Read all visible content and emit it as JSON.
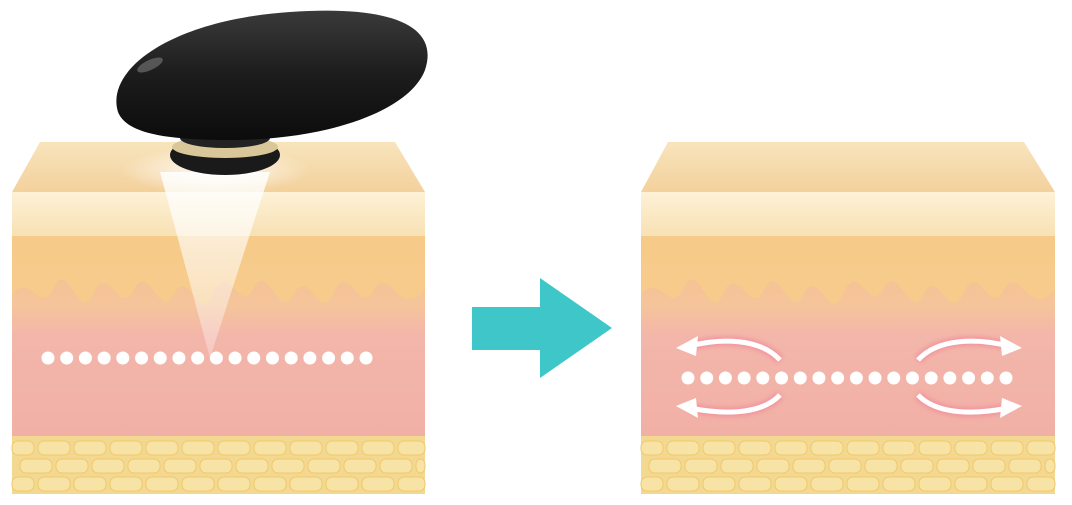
{
  "diagram": {
    "panels": [
      {
        "id": "before",
        "label": "",
        "layers": [
          "epidermis",
          "dermis-papillary",
          "dermis",
          "subcutaneous-fat"
        ],
        "device": "device-head",
        "beam": "focused-energy-beam",
        "dot_count": 18
      },
      {
        "id": "after",
        "label": "",
        "layers": [
          "epidermis",
          "dermis-papillary",
          "dermis",
          "subcutaneous-fat"
        ],
        "arrows": [
          "arrow-left",
          "arrow-right",
          "arrow-left",
          "arrow-right"
        ],
        "dot_count": 18
      }
    ],
    "transition_arrow": {
      "icon": "right-arrow-icon",
      "color": "#3fc6c8"
    },
    "colors": {
      "epidermis_top": "#f8e0b4",
      "epidermis_band": "#fbe9c2",
      "dermis_orange": "#f6c58e",
      "dermis_pink": "#f3b3a8",
      "fat_cells": "#f5d781",
      "device": "#1e1e1e",
      "device_ring": "#d8c79a",
      "teal": "#3fc6c8"
    }
  }
}
